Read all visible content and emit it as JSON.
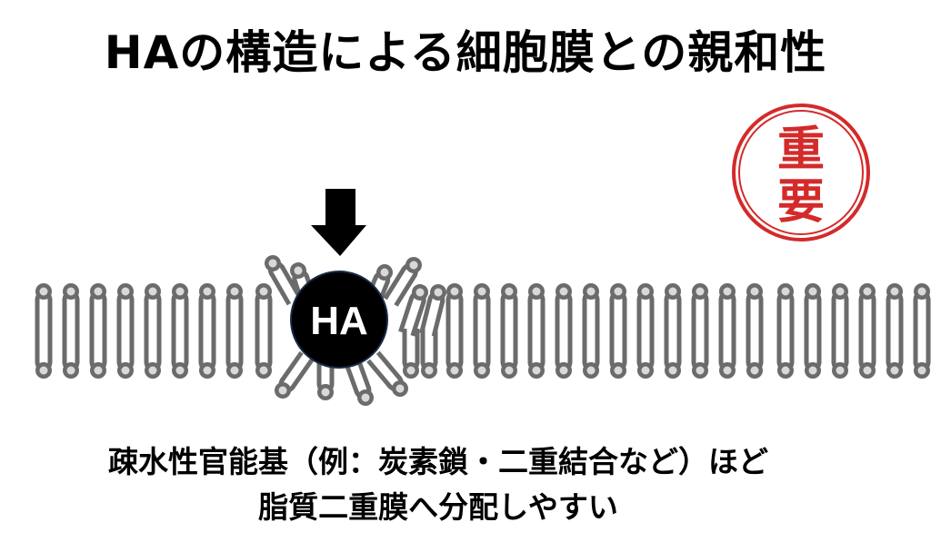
{
  "title": "HAの構造による細胞膜との親和性",
  "stamp": {
    "line1": "重",
    "line2": "要",
    "color": "#d42a2a"
  },
  "molecule": {
    "label": "HA",
    "fill": "#000000",
    "text_color": "#ffffff"
  },
  "arrow": {
    "direction": "down",
    "icon": "down-arrow-icon"
  },
  "membrane": {
    "lipid_color": "#6b6b6b",
    "head_inner_color": "#d9d9d9",
    "description": "lipid bilayer"
  },
  "caption": {
    "line1": "疎水性官能基（例：炭素鎖・二重結合など）ほど",
    "line2": "脂質二重膜へ分配しやすい"
  }
}
